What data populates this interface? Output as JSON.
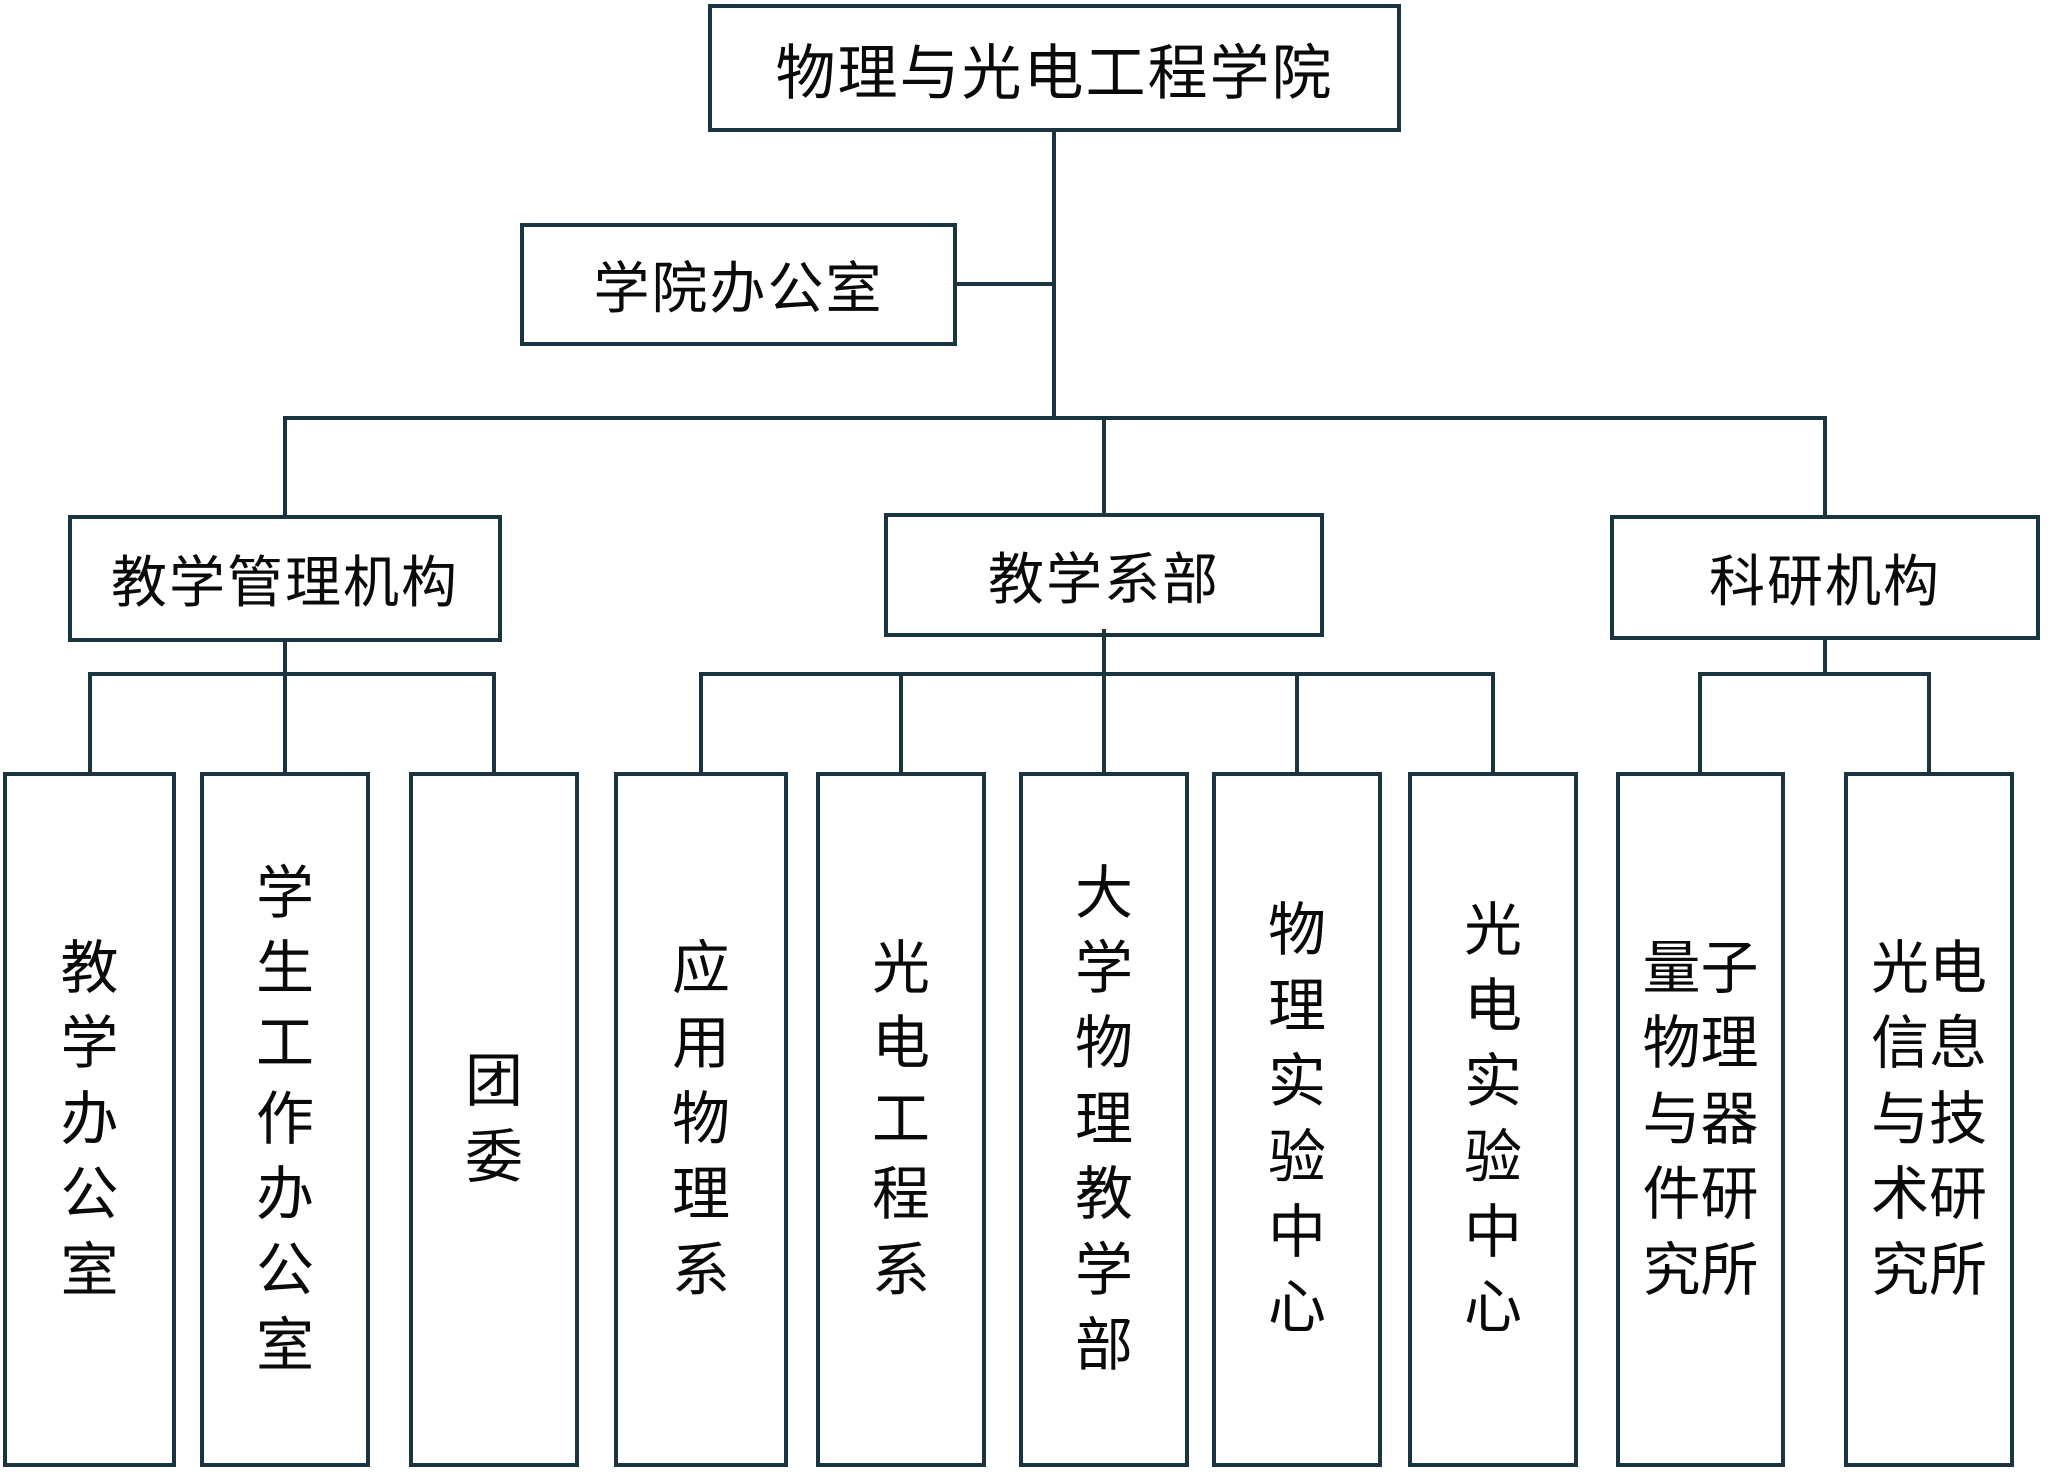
{
  "org": {
    "root": {
      "label": "物理与光电工程学院"
    },
    "office": {
      "label": "学院办公室"
    },
    "groups": [
      {
        "label": "教学管理机构",
        "children": [
          "教学办公室",
          "学生工作办公室",
          "团委"
        ]
      },
      {
        "label": "教学系部",
        "children": [
          "应用物理系",
          "光电工程系",
          "大学物理教学部",
          "物理实验中心",
          "光电实验中心"
        ]
      },
      {
        "label": "科研机构",
        "children": [
          "量子物理与器件研究所",
          "光电信息与技术研究所"
        ]
      }
    ]
  },
  "colors": {
    "line": "#1a3442",
    "text": "#0a0a0a",
    "background": "#ffffff"
  }
}
